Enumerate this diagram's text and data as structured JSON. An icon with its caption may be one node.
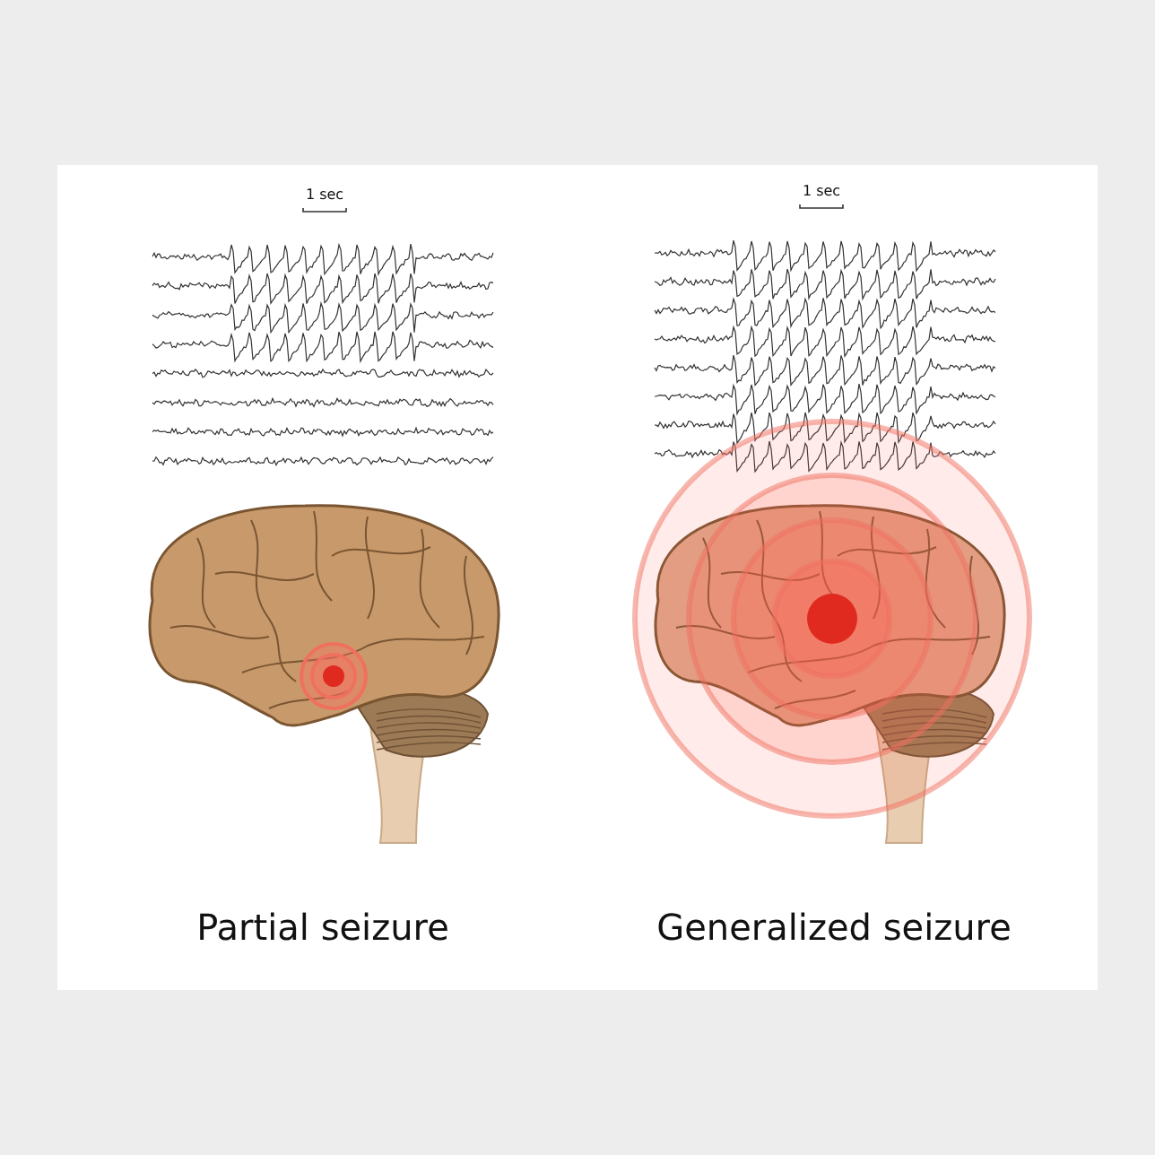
{
  "diagram": {
    "labels": [
      "1 sec",
      "1 sec",
      "Partial seizure",
      "Generalized seizure"
    ]
  }
}
